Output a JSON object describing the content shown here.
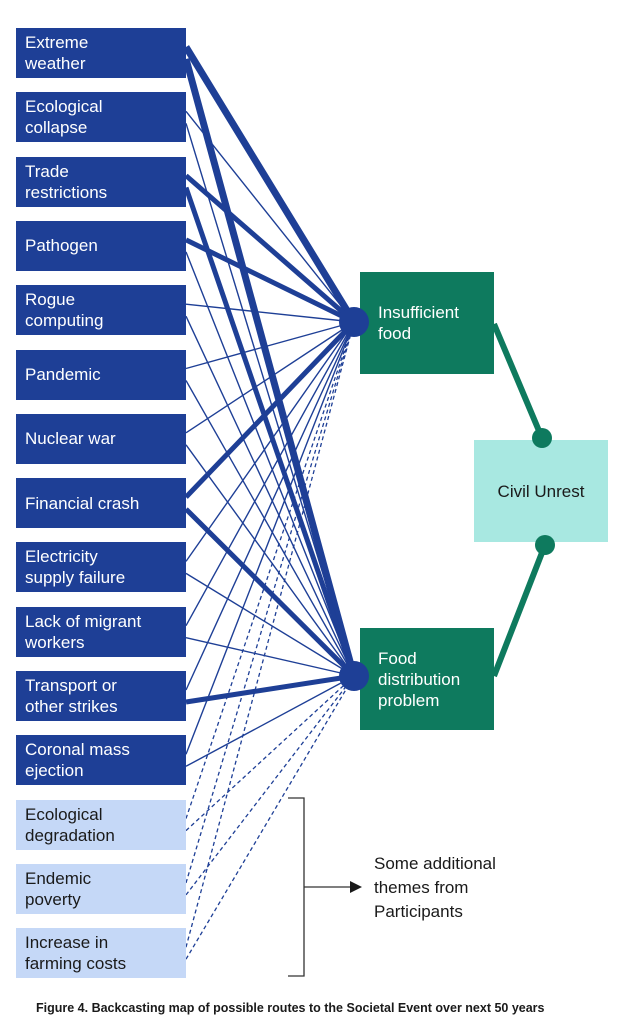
{
  "drivers": [
    {
      "label": "Extreme\nweather",
      "theme": "core"
    },
    {
      "label": "Ecological\ncollapse",
      "theme": "core"
    },
    {
      "label": "Trade\nrestrictions",
      "theme": "core"
    },
    {
      "label": "Pathogen",
      "theme": "core"
    },
    {
      "label": "Rogue\ncomputing",
      "theme": "core"
    },
    {
      "label": "Pandemic",
      "theme": "core"
    },
    {
      "label": "Nuclear war",
      "theme": "core"
    },
    {
      "label": "Financial crash",
      "theme": "core"
    },
    {
      "label": "Electricity\nsupply failure",
      "theme": "core"
    },
    {
      "label": "Lack of migrant\nworkers",
      "theme": "core"
    },
    {
      "label": "Transport or\nother strikes",
      "theme": "core"
    },
    {
      "label": "Coronal mass\nejection",
      "theme": "core"
    },
    {
      "label": "Ecological\ndegradation",
      "theme": "additional"
    },
    {
      "label": "Endemic\npoverty",
      "theme": "additional"
    },
    {
      "label": "Increase in\nfarming costs",
      "theme": "additional"
    }
  ],
  "intermediates": [
    {
      "label": "Insufficient\nfood"
    },
    {
      "label": "Food\ndistribution\nproblem"
    }
  ],
  "outcome": {
    "label": "Civil Unrest"
  },
  "links": [
    {
      "from": 0,
      "to": 0,
      "strength": "strong"
    },
    {
      "from": 0,
      "to": 1,
      "strength": "strong"
    },
    {
      "from": 1,
      "to": 0,
      "strength": "weak"
    },
    {
      "from": 1,
      "to": 1,
      "strength": "weak"
    },
    {
      "from": 2,
      "to": 0,
      "strength": "medium"
    },
    {
      "from": 2,
      "to": 1,
      "strength": "medium"
    },
    {
      "from": 3,
      "to": 0,
      "strength": "medium"
    },
    {
      "from": 3,
      "to": 1,
      "strength": "weak"
    },
    {
      "from": 4,
      "to": 0,
      "strength": "weak"
    },
    {
      "from": 4,
      "to": 1,
      "strength": "weak"
    },
    {
      "from": 5,
      "to": 0,
      "strength": "weak"
    },
    {
      "from": 5,
      "to": 1,
      "strength": "weak"
    },
    {
      "from": 6,
      "to": 0,
      "strength": "weak"
    },
    {
      "from": 6,
      "to": 1,
      "strength": "weak"
    },
    {
      "from": 7,
      "to": 0,
      "strength": "medium"
    },
    {
      "from": 7,
      "to": 1,
      "strength": "medium"
    },
    {
      "from": 8,
      "to": 0,
      "strength": "weak"
    },
    {
      "from": 8,
      "to": 1,
      "strength": "weak"
    },
    {
      "from": 9,
      "to": 0,
      "strength": "weak"
    },
    {
      "from": 9,
      "to": 1,
      "strength": "weak"
    },
    {
      "from": 10,
      "to": 0,
      "strength": "weak"
    },
    {
      "from": 10,
      "to": 1,
      "strength": "medium"
    },
    {
      "from": 11,
      "to": 0,
      "strength": "weak"
    },
    {
      "from": 11,
      "to": 1,
      "strength": "weak"
    },
    {
      "from": 12,
      "to": 0,
      "strength": "dashed"
    },
    {
      "from": 12,
      "to": 1,
      "strength": "dashed"
    },
    {
      "from": 13,
      "to": 0,
      "strength": "dashed"
    },
    {
      "from": 13,
      "to": 1,
      "strength": "dashed"
    },
    {
      "from": 14,
      "to": 0,
      "strength": "dashed"
    },
    {
      "from": 14,
      "to": 1,
      "strength": "dashed"
    }
  ],
  "note": "Some additional\nthemes from\nParticipants",
  "caption": "Figure 4. Backcasting map of possible routes to the Societal Event over next 50 years",
  "colors": {
    "driver": "#1e3f96",
    "driver_extra": "#c5d8f7",
    "intermediate": "#0e7a5e",
    "outcome": "#a8e8e1",
    "link": "#1e3f96",
    "connector": "#0e7a5e"
  }
}
